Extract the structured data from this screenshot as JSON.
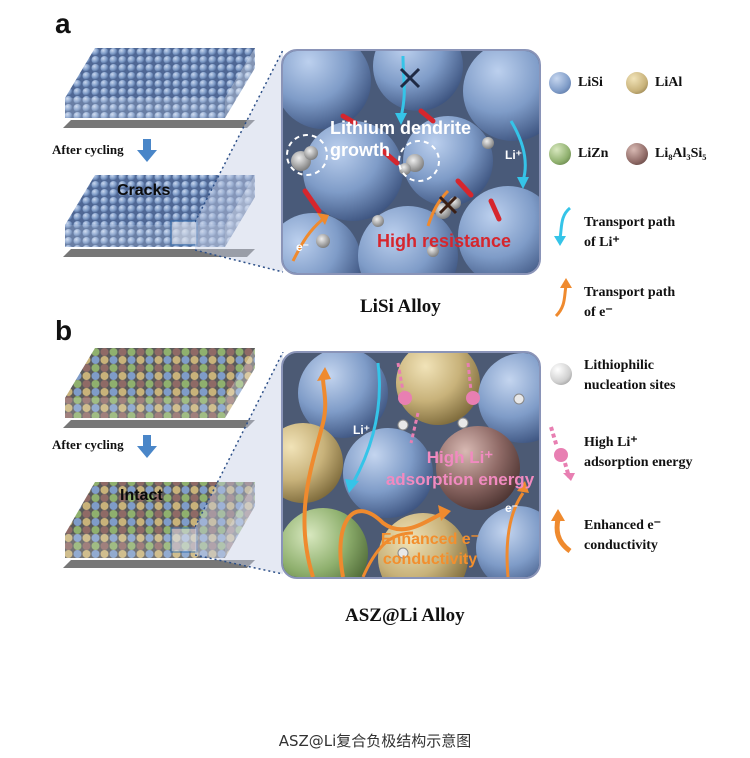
{
  "panels": {
    "a": {
      "label": "a",
      "after_cycling": "After cycling",
      "slab_word": "Cracks",
      "zoom_texts": {
        "dendrite": "Lithium dendrite\ngrowth",
        "resistance": "High resistance",
        "li_plus": "Li⁺",
        "e_minus": "e⁻"
      },
      "title": "LiSi Alloy"
    },
    "b": {
      "label": "b",
      "after_cycling": "After cycling",
      "slab_word": "Intact",
      "zoom_texts": {
        "adsorption": "High Li⁺\nadsorption energy",
        "conductivity": "Enhanced e⁻\nconductivity",
        "li_plus": "Li⁺",
        "e_minus": "e⁻"
      },
      "title": "ASZ@Li Alloy"
    }
  },
  "legend": {
    "lisi": "LiSi",
    "lial": "LiAl",
    "lizn": "LiZn",
    "li8al3si5": "Li₈Al₃Si₅",
    "li_path": "Transport path\nof Li⁺",
    "e_path": "Transport path\nof e⁻",
    "nucleation": "Lithiophilic\nnucleation sites",
    "adsorption": "High Li⁺\nadsorption energy",
    "conductivity": "Enhanced e⁻\nconductivity"
  },
  "colors": {
    "lisi": "#7f9cc8",
    "lial": "#c8b27a",
    "lizn": "#8fb06e",
    "li8al3si5": "#8f6a66",
    "li_path": "#35c4e8",
    "e_path": "#ef8a2e",
    "adsorption": "#e87fb2",
    "resistance": "#d6262d"
  },
  "caption": "ASZ@Li复合负极结构示意图"
}
